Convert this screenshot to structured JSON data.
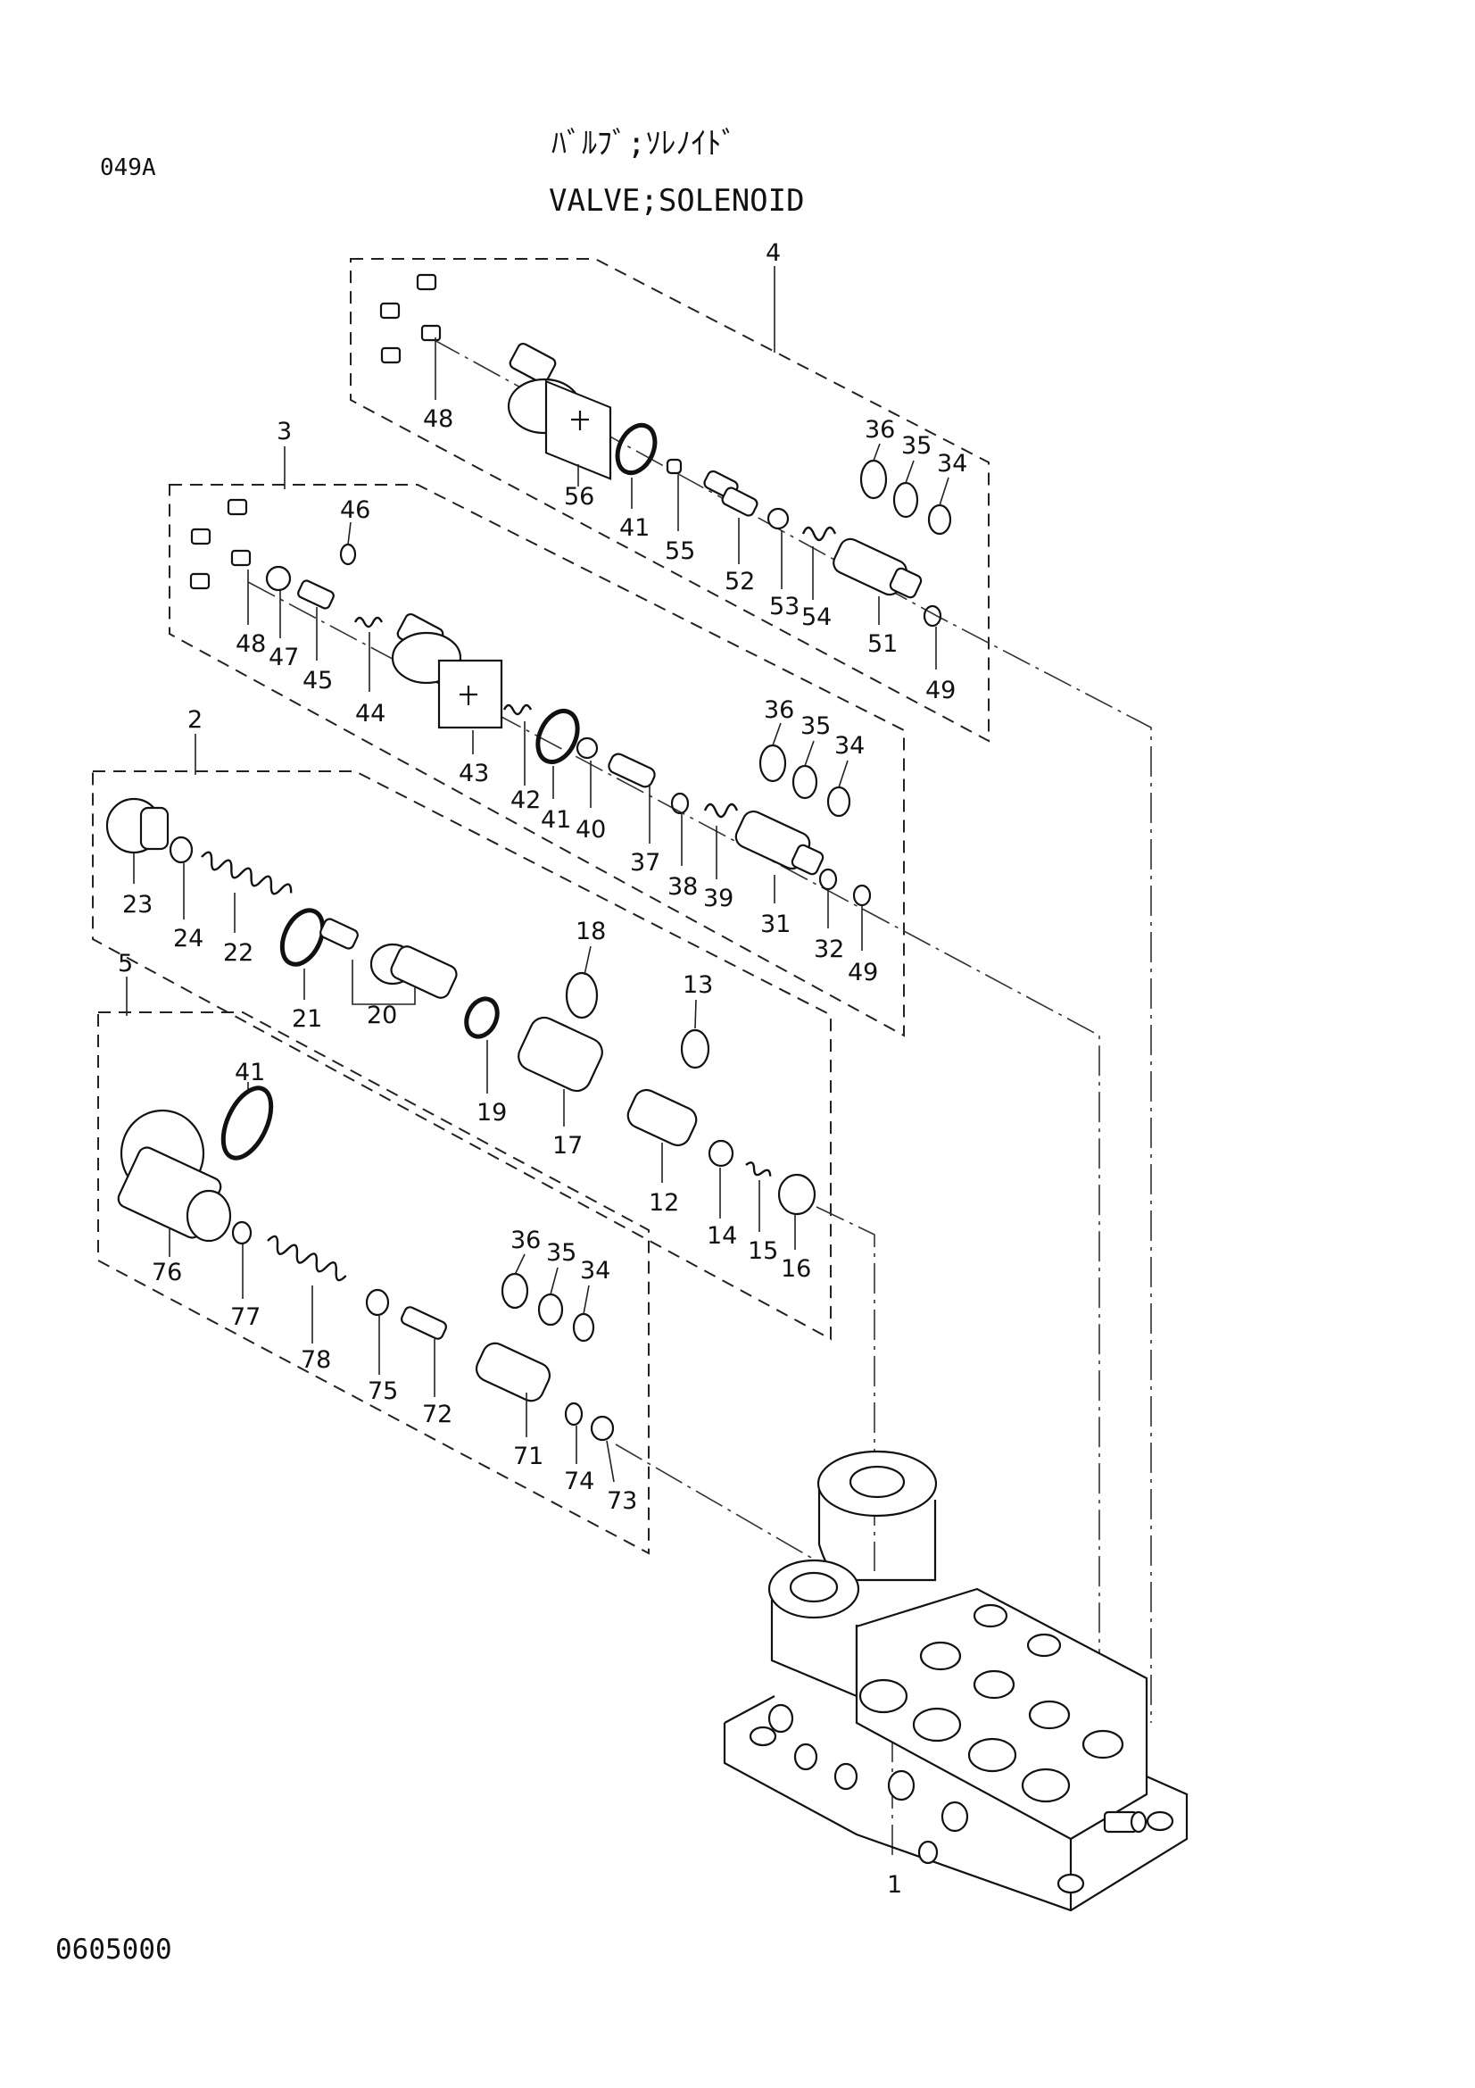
{
  "header": {
    "code": "049A",
    "title_jp": "ﾊﾞﾙﾌﾞ;ｿﾚﾉｲﾄﾞ",
    "title_en": "VALVE;SOLENOID"
  },
  "footer": {
    "code": "0605000"
  },
  "group_labels": {
    "g4": "4",
    "g3": "3",
    "g2": "2",
    "g5": "5",
    "body": "1"
  },
  "part_labels": {
    "g4": [
      "48",
      "56",
      "41",
      "55",
      "52",
      "53",
      "54",
      "36",
      "35",
      "34",
      "51",
      "49"
    ],
    "g3": [
      "46",
      "48",
      "47",
      "45",
      "44",
      "43",
      "42",
      "41",
      "40",
      "37",
      "38",
      "39",
      "36",
      "35",
      "34",
      "31",
      "32",
      "49"
    ],
    "g2": [
      "23",
      "24",
      "22",
      "21",
      "20",
      "19",
      "18",
      "17",
      "13",
      "12",
      "14",
      "15",
      "16"
    ],
    "g5": [
      "41",
      "76",
      "77",
      "78",
      "75",
      "72",
      "36",
      "35",
      "34",
      "71",
      "74",
      "73"
    ]
  },
  "icons": [
    "screw-icon",
    "solenoid-icon",
    "o-ring-icon",
    "spring-icon",
    "spool-icon",
    "valve-body-icon"
  ]
}
